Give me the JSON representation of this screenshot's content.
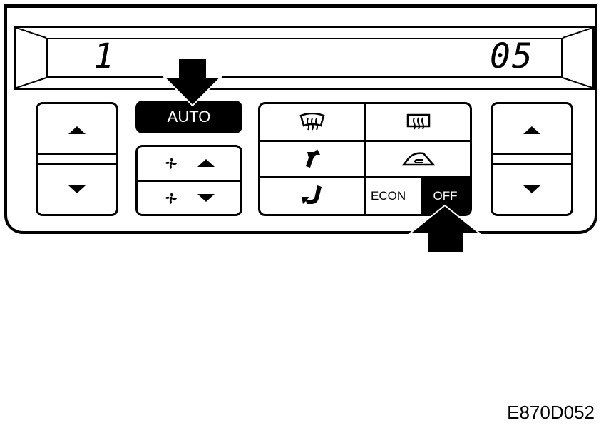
{
  "display": {
    "left_readout": "1",
    "right_readout": "05"
  },
  "buttons": {
    "auto_label": "AUTO",
    "econ_label": "ECON",
    "off_label": "OFF"
  },
  "icons": {
    "left_temp_up": "triangle-up-icon",
    "left_temp_down": "triangle-down-icon",
    "fan_up": "fan-icon",
    "fan_down": "fan-icon",
    "front_defrost": "front-defrost-icon",
    "rear_defrost": "rear-defrost-icon",
    "face_vent": "face-vent-icon",
    "recirculation": "recirculation-icon",
    "foot_vent": "foot-vent-icon",
    "right_temp_up": "triangle-up-icon",
    "right_temp_down": "triangle-down-icon",
    "pointer_auto": "arrow-down-icon",
    "pointer_off": "arrow-up-icon"
  },
  "caption": "E870D052"
}
